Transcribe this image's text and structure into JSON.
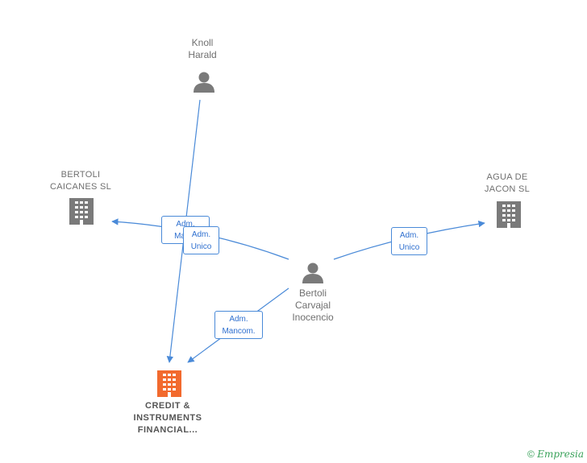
{
  "nodes": {
    "knoll": {
      "label": "Knoll\nHarald",
      "icon": "person-icon"
    },
    "bertoli_caicanes": {
      "label": "BERTOLI\nCAICANES  SL",
      "icon": "building-icon"
    },
    "agua_jacon": {
      "label": "AGUA DE\nJACON  SL",
      "icon": "building-icon"
    },
    "bertoli_person": {
      "label": "Bertoli\nCarvajal\nInocencio",
      "icon": "person-icon"
    },
    "credit": {
      "label": "CREDIT &\nINSTRUMENTS\nFINANCIAL...",
      "icon": "building-icon"
    }
  },
  "edges": {
    "e1": {
      "label": "Adm.\nMan..."
    },
    "e2": {
      "label": "Adm.\nUnico"
    },
    "e3": {
      "label": "Adm.\nUnico"
    },
    "e4": {
      "label": "Adm.\nMancom."
    }
  },
  "colors": {
    "edge": "#4a8ad8",
    "node_gray": "#7a7a7a",
    "focus_orange": "#f26a2e"
  },
  "footer": {
    "copyright": "©",
    "brand": "Empresia"
  }
}
